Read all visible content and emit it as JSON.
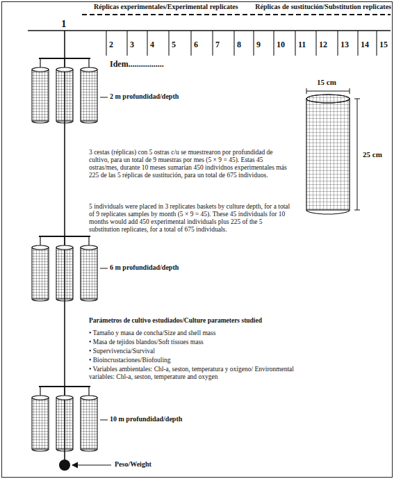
{
  "diagram": {
    "labels": [
      "Réplicas experimentales/Experimental replicates",
      "Réplicas de sustitución/Substitution replicates",
      "1",
      "2",
      "3",
      "4",
      "5",
      "6",
      "7",
      "8",
      "9",
      "10",
      "11",
      "12",
      "13",
      "14",
      "15",
      "Idem.................",
      "2 m profundidad/depth",
      "15 cm",
      "25 cm",
      "3 cestas (réplicas) con 5 ostras c/u se muestrearon por profundidad de cultivo, para un total de 9 muestras por mes (5 × 9 = 45). Estas 45 ostras/mes, durante 10 meses sumarían 450 individnos experimentales más 225 de las 5 réplicas de sustitución, para un total de 675 individuos.",
      "5 individuals were placed in 3 replicates baskets by culture depth, for a total of 9 replicates samples by month (5 × 9 = 45). These 45 individuals for 10 months would add 450 experimental individuals plus 225 of the 5 substitution replicates, for a total of 675 individuals.",
      "6 m profundidad/depth",
      "Parámetros de cultivo estudiados/Culture parameters studied",
      "• Tamaño y masa de concha/Size and shell mass",
      "• Masa de tejidos blandos/Soft tissues mass",
      "• Supervivencia/Survival",
      "• Bioincrustaciones/Biofouling",
      "• Variables ambientales: Chl-a, seston, temperatura y oxígeno/ Environmental variables: Chl-a, seston, temperature and oxygen",
      "10 m profundidad/depth",
      "Peso/Weight"
    ]
  }
}
